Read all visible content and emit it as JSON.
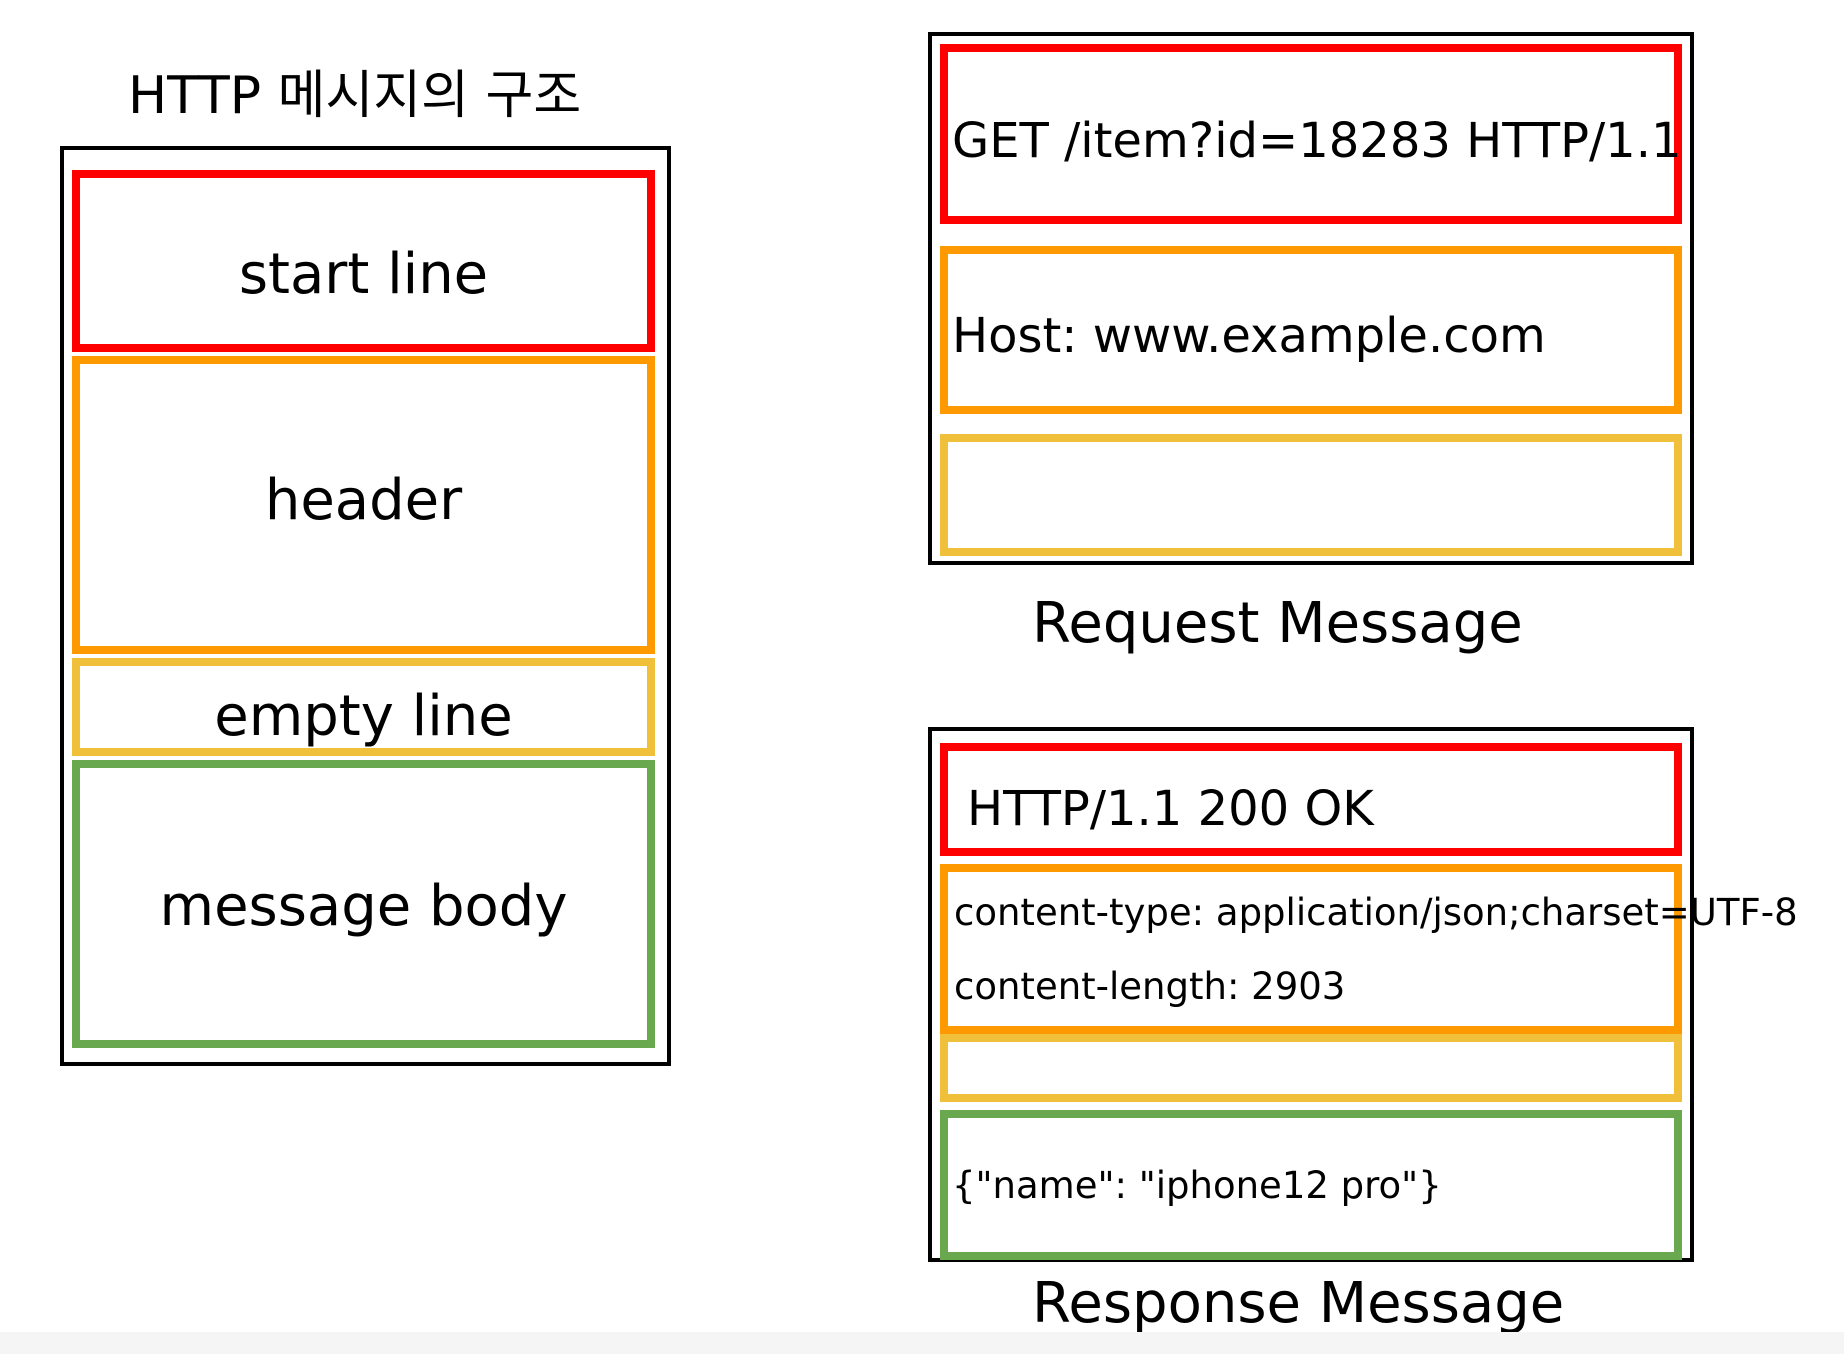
{
  "structure": {
    "title": "HTTP 메시지의 구조",
    "sections": {
      "start_line": "start line",
      "header": "header",
      "empty_line": "empty line",
      "message_body": "message body"
    }
  },
  "request": {
    "caption": "Request Message",
    "start_line": "GET /item?id=18283 HTTP/1.1",
    "header_line_1": "Host: www.example.com"
  },
  "response": {
    "caption": "Response Message",
    "start_line": "HTTP/1.1 200 OK",
    "header_line_1": "content-type: application/json;charset=UTF-8",
    "header_line_2": "content-length: 2903",
    "body": "{\"name\": \"iphone12 pro\"}"
  },
  "colors": {
    "start_line": "#ff0000",
    "header": "#ff9900",
    "empty_line": "#f0c03b",
    "message_body": "#6aa84f"
  }
}
